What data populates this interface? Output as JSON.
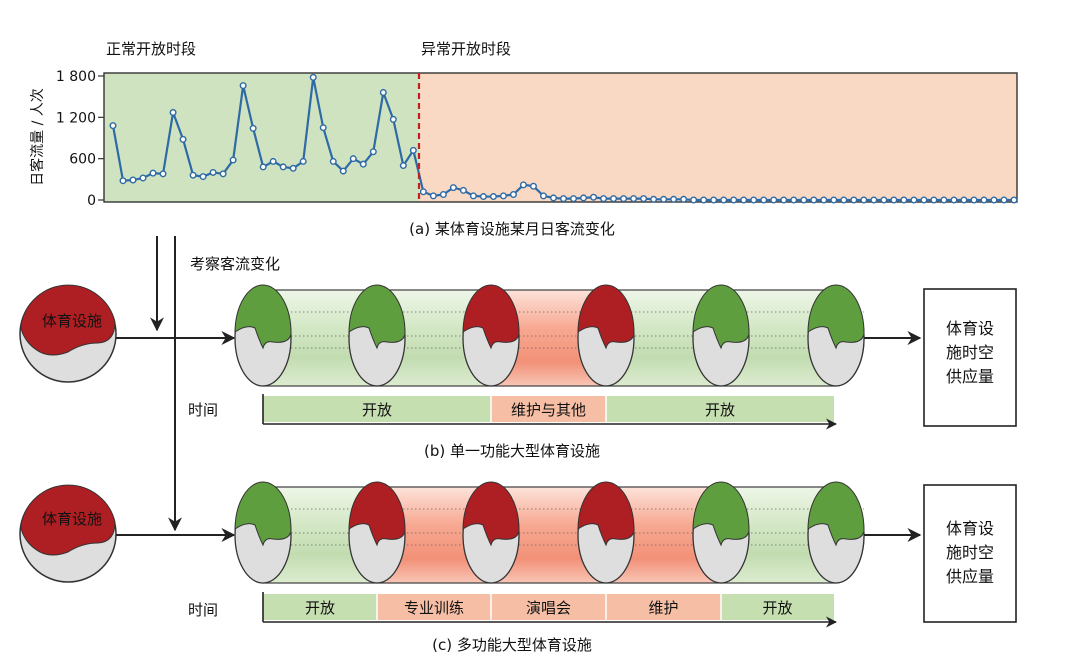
{
  "panel_a": {
    "label_normal": "正常开放时段",
    "label_abnormal": "异常开放时段",
    "ylabel": "日客流量 / 人次",
    "caption": "(a) 某体育设施某月日客流变化",
    "colors": {
      "normal_bg": "#cfe3c0",
      "abnormal_bg": "#f9d9c4",
      "line": "#2e6aa6",
      "divider": "#c0201e"
    }
  },
  "chart_data": {
    "type": "line",
    "ylabel": "日客流量 / 人次",
    "yticks": [
      "1 800",
      "1 200",
      "600",
      "0"
    ],
    "ylim": [
      0,
      1800
    ],
    "grid": false,
    "regions": [
      "正常开放时段",
      "异常开放时段"
    ],
    "normal_period_points": 31,
    "values": [
      1080,
      280,
      290,
      320,
      390,
      380,
      1270,
      880,
      360,
      340,
      400,
      380,
      580,
      1660,
      1040,
      480,
      560,
      480,
      460,
      560,
      1780,
      1050,
      560,
      420,
      600,
      520,
      700,
      1560,
      1170,
      500,
      720,
      120,
      60,
      80,
      180,
      140,
      60,
      50,
      50,
      60,
      80,
      220,
      200,
      60,
      30,
      20,
      20,
      30,
      40,
      20,
      20,
      20,
      20,
      20,
      10,
      10,
      10,
      10,
      0,
      0,
      0,
      0,
      0,
      0,
      0,
      0,
      0,
      0,
      0,
      0,
      0,
      0,
      0,
      0,
      0,
      0,
      0,
      0,
      0,
      0,
      0,
      0,
      0,
      0,
      0,
      0,
      0,
      0,
      0,
      0,
      0
    ]
  },
  "arrow_label": "考察客流变化",
  "panel_b": {
    "facility_label": "体育设施",
    "time_label": "时间",
    "timeline": [
      {
        "text": "开放",
        "type": "open"
      },
      {
        "text": "维护与其他",
        "type": "other"
      },
      {
        "text": "开放",
        "type": "open"
      }
    ],
    "output_box": [
      "体育设",
      "施时空",
      "供应量"
    ],
    "caption": "(b) 单一功能大型体育设施"
  },
  "panel_c": {
    "facility_label": "体育设施",
    "time_label": "时间",
    "timeline": [
      {
        "text": "开放",
        "type": "open"
      },
      {
        "text": "专业训练",
        "type": "other"
      },
      {
        "text": "演唱会",
        "type": "other"
      },
      {
        "text": "维护",
        "type": "other"
      },
      {
        "text": "开放",
        "type": "open"
      }
    ],
    "output_box": [
      "体育设",
      "施时空",
      "供应量"
    ],
    "caption": "(c) 多功能大型体育设施"
  },
  "colors": {
    "open_fill": "#c6dfb1",
    "other_fill": "#f6bfa5",
    "green_ellipse": "#5e9e3e",
    "red_ellipse": "#ae1f24",
    "gray_fill": "#dedede",
    "pink_band": "#f2957e"
  }
}
